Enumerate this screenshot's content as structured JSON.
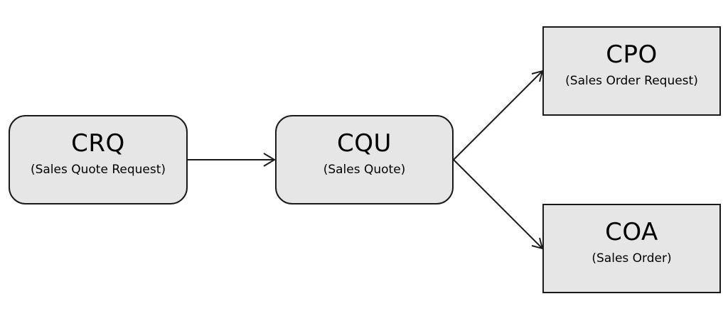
{
  "diagram": {
    "nodes": [
      {
        "id": "crq",
        "code": "CRQ",
        "label": "(Sales Quote Request)",
        "shape": "rounded"
      },
      {
        "id": "cqu",
        "code": "CQU",
        "label": "(Sales Quote)",
        "shape": "rounded"
      },
      {
        "id": "cpo",
        "code": "CPO",
        "label": "(Sales Order Request)",
        "shape": "rectangle"
      },
      {
        "id": "coa",
        "code": "COA",
        "label": "(Sales Order)",
        "shape": "rectangle"
      }
    ],
    "edges": [
      {
        "from": "crq",
        "to": "cqu"
      },
      {
        "from": "cqu",
        "to": "cpo"
      },
      {
        "from": "cqu",
        "to": "coa"
      }
    ],
    "colors": {
      "node_fill": "#e6e6e6",
      "node_border": "#1a1a1a",
      "edge": "#1a1a1a",
      "background": "#ffffff"
    }
  }
}
